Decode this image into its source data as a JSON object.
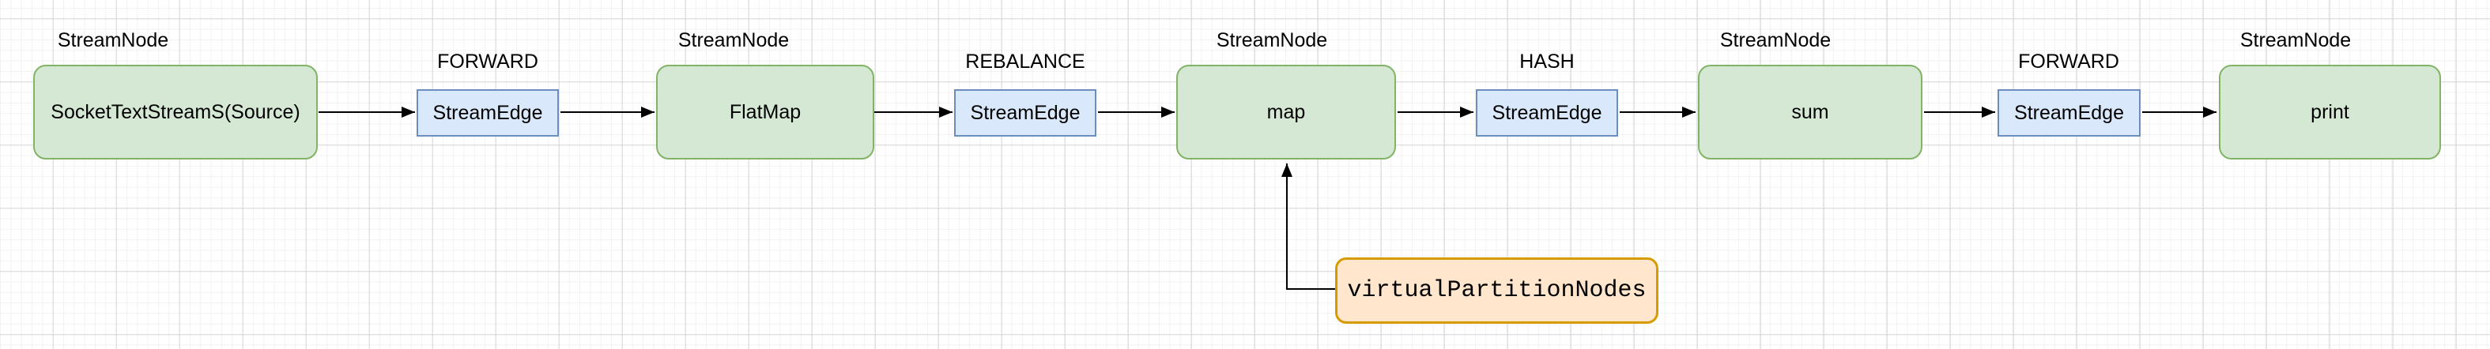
{
  "diagram": {
    "node_type_label": "StreamNode",
    "edge_type_label": "StreamEdge",
    "nodes": [
      {
        "name": "SocketTextStreamS(Source)"
      },
      {
        "name": "FlatMap"
      },
      {
        "name": "map"
      },
      {
        "name": "sum"
      },
      {
        "name": "print"
      }
    ],
    "edges": [
      {
        "partition": "FORWARD"
      },
      {
        "partition": "REBALANCE"
      },
      {
        "partition": "HASH"
      },
      {
        "partition": "FORWARD"
      }
    ],
    "annotation": {
      "label": "virtualPartitionNodes"
    },
    "colors": {
      "node_fill": "#d5e8d4",
      "node_stroke": "#82b366",
      "edge_fill": "#dae8fc",
      "edge_stroke": "#6c8ebf",
      "annotation_fill": "#ffe6cc",
      "annotation_stroke": "#d79b00",
      "connector": "#000000",
      "text": "#000000"
    }
  }
}
